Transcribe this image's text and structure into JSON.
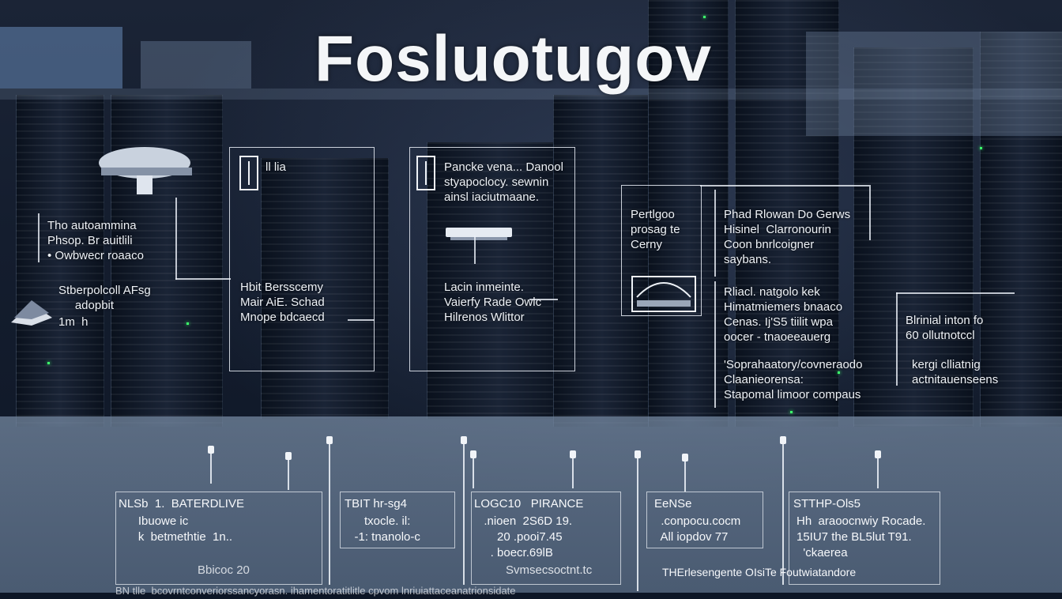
{
  "title": "Fosluotugov",
  "left_labels": {
    "block_a": "Tho autoammina\nPhsop. Br auitlili\n• Owbwecr roaaco",
    "block_b": "Stberpolcoll AFsg\n     adopbit",
    "block_c": "1m  h"
  },
  "panel1": {
    "header": "ll lia",
    "body": "Hbit Bersscemy\nMair AiE. Schad\nMnope bdcaecd"
  },
  "panel2": {
    "header": "Pancke vena... Danool\nstyapoclocy. sewnin\nainsl iaciutmaane.",
    "body": "Lacin inmeinte.\nVaierfy Rade Owlc\nHilrenos Wlittor"
  },
  "panel3": {
    "header": "Pertlgoo\nprosag te\nCerny",
    "right_top": "Phad Rlowan Do Gerws\nHisinel  Clarronourin\nCoon bnrlcoigner\nsaybans.",
    "right_mid": "Rliacl. natgolo kek\nHimatmiemers bnaaco\nCenas. Ij'S5 tiilit wpa\noocer - tnaoeeauerg",
    "right_low": "'Soprahaatory/covneraodo\nClaanieorensa:\nStapomal limoor compaus",
    "far_right_a": "Blrinial inton fo\n60 ollutnotccl",
    "far_right_b": "kergi clliatnig\nactnitauenseens"
  },
  "cards": [
    {
      "head": "NLSb  1.  BATERDLIVE",
      "body": "     Ibuowe ic\n     k  betmethtie  1n..",
      "foot": "Bbicoc 20"
    },
    {
      "head": "TBIT hr-sg4",
      "body": "      txocle. il:\n   -1: tnanolo-c",
      "foot": ""
    },
    {
      "head": "LOGC10   PIRANCE",
      "body": "  .nioen  2S6D 19.\n      20 .pooi7.45\n    . boecr.69lB",
      "foot": "Svmsecsoctnt.tc"
    },
    {
      "head": "EeNSe",
      "body": "  .conpocu.cocm\n  All iopdov 77",
      "foot": ""
    },
    {
      "head": "STTHP-Ols5",
      "body": "Hh  araoocnwiy Rocade.\n15IU7 the BL5lut T91.\n  'ckaerea",
      "foot": "THErlesengente OIsiTe Foutwiatandore"
    }
  ],
  "bottom_strip": "BN tlle  bcovrntconveriorssancyorasn. ihamentoratitlitle cpvom lnriuiattaceanatrionsidate"
}
